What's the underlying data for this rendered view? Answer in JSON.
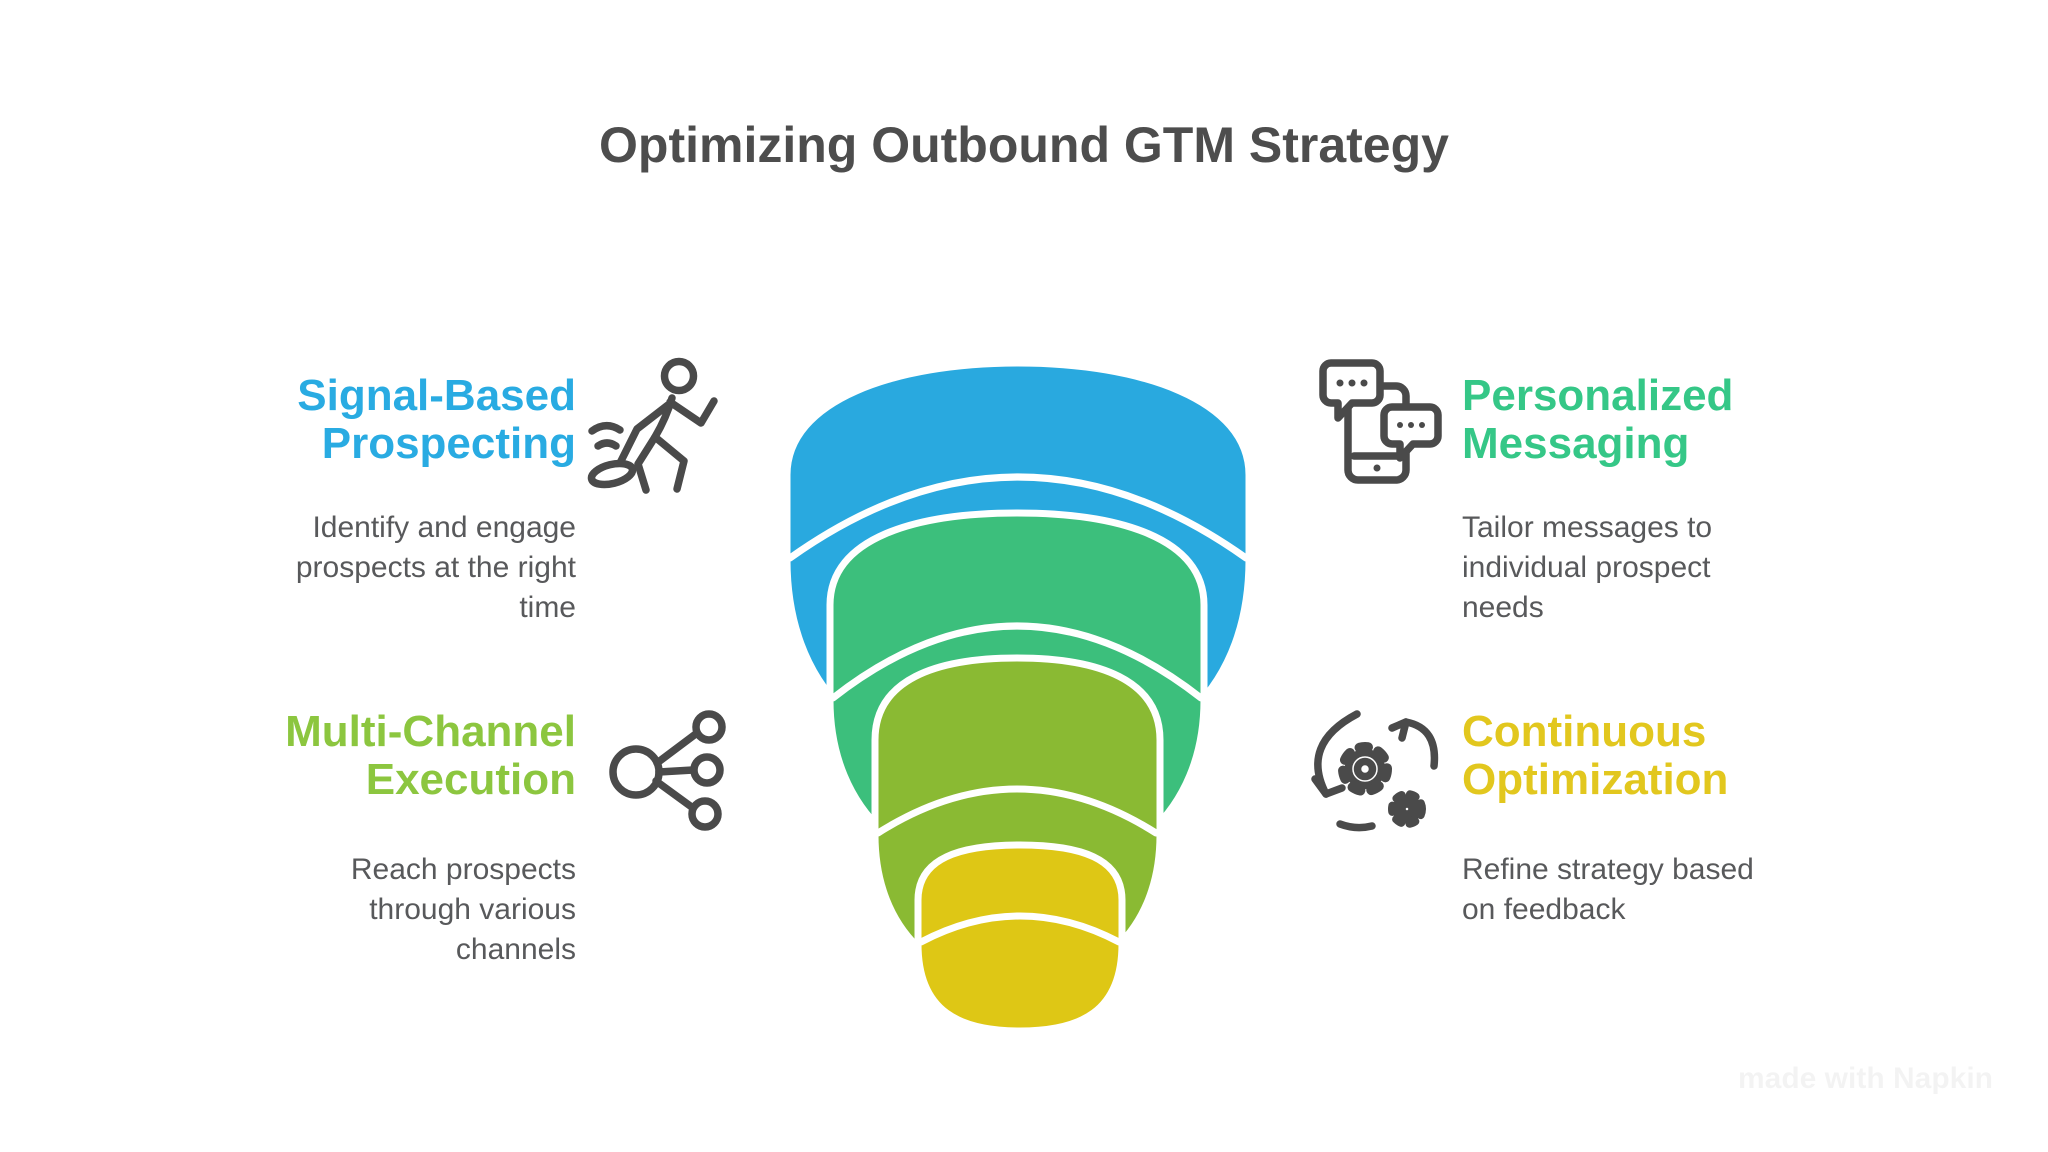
{
  "title": "Optimizing Outbound GTM Strategy",
  "sections": {
    "signal": {
      "heading": "Signal-Based Prospecting",
      "description": "Identify and engage prospects at the right time",
      "accent_color": "#29ABE2",
      "icon": "metal-detector-icon"
    },
    "messaging": {
      "heading": "Personalized Messaging",
      "description": "Tailor messages to individual prospect needs",
      "accent_color": "#35C787",
      "icon": "phone-chat-icon"
    },
    "channels": {
      "heading": "Multi-Channel Execution",
      "description": "Reach prospects through various channels",
      "accent_color": "#8CC63F",
      "icon": "share-network-icon"
    },
    "optimization": {
      "heading": "Continuous Optimization",
      "description": "Refine strategy based on feedback",
      "accent_color": "#E2C71E",
      "icon": "gears-cycle-icon"
    }
  },
  "funnel": {
    "layers": [
      {
        "name": "level-1-top",
        "color": "#29A9DF"
      },
      {
        "name": "level-2",
        "color": "#3CBF7C"
      },
      {
        "name": "level-3",
        "color": "#8ABA33"
      },
      {
        "name": "level-4-bottom",
        "color": "#DEC715"
      }
    ]
  },
  "watermark": "made with Napkin",
  "colors": {
    "title": "#4D4D4D",
    "body_text": "#58595B",
    "icon_stroke": "#4A4A4A",
    "background": "#FFFFFF"
  }
}
